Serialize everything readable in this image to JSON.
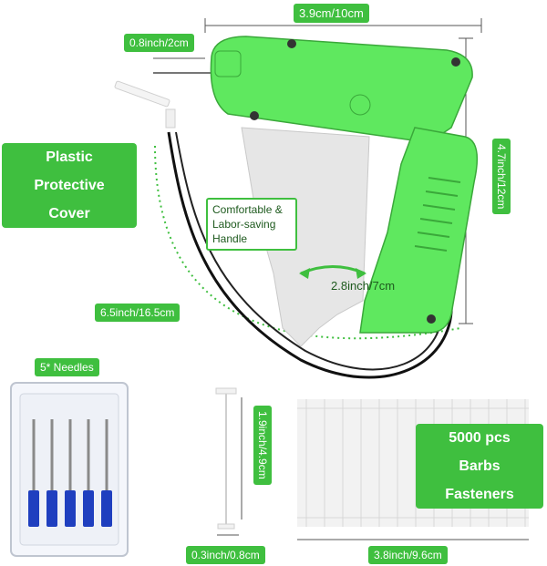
{
  "labels": {
    "width_top": "3.9cm/10cm",
    "needle_length": "0.8inch/2cm",
    "height_right": "4.7inch/12cm",
    "cable_length": "6.5inch/16.5cm",
    "handle_width": "2.8inch/7cm",
    "handle_desc": [
      "Comfortable &",
      "Labor-saving",
      "Handle"
    ],
    "needles": "5* Needles",
    "barb_length": "1.9inch/4.9cm",
    "barb_head": "0.3inch/0.8cm",
    "fastener_width": "3.8inch/9.6cm"
  },
  "cards": {
    "cover": [
      "Plastic",
      "Protective",
      "Cover"
    ],
    "fasteners": [
      "5000 pcs",
      "Barbs",
      "Fasteners"
    ]
  },
  "colors": {
    "brand_green": "#3fbf3f",
    "gun_green": "#5fe85f",
    "handle_grey": "#e8e8e8",
    "needle_blue": "#1f3fbf"
  }
}
